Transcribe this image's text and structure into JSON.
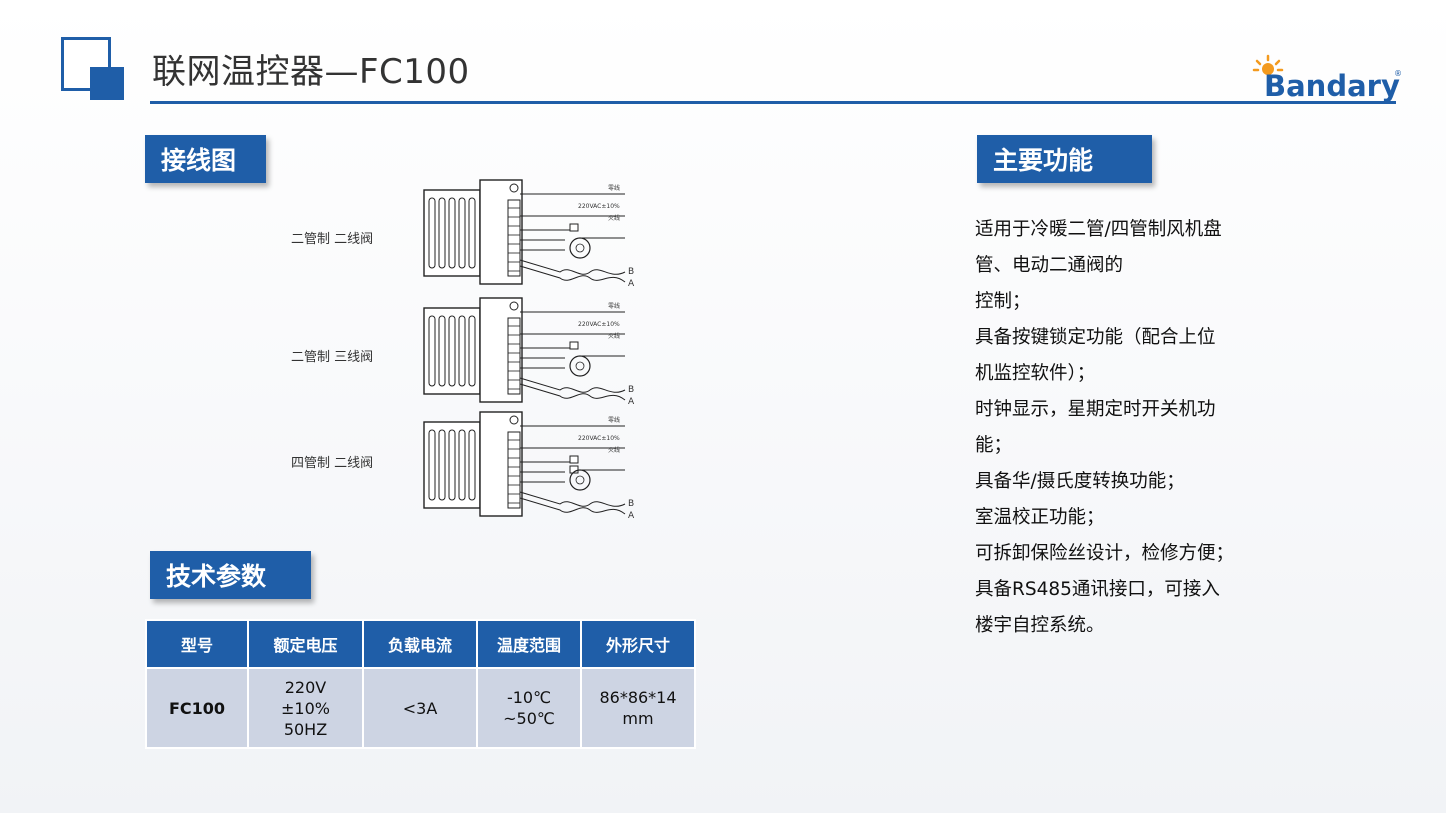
{
  "header": {
    "title": "联网温控器—FC100",
    "logo_text": "Bandary",
    "logo_mark": "®"
  },
  "wiring": {
    "heading": "接线图",
    "diagrams": [
      {
        "label": "二管制  二线阀"
      },
      {
        "label": "二管制  三线阀"
      },
      {
        "label": "四管制  二线阀"
      }
    ],
    "terminal_labels": {
      "neutral": "零线",
      "power": "220VAC±10%",
      "live": "火线",
      "bus_b": "B",
      "bus_a": "A"
    }
  },
  "functions": {
    "heading": "主要功能",
    "lines": [
      "适用于冷暖二管/四管制风机盘",
      "管、电动二通阀的",
      "控制；",
      "具备按键锁定功能（配合上位",
      "机监控软件）；",
      "时钟显示，星期定时开关机功",
      "能；",
      "具备华/摄氏度转换功能；",
      "室温校正功能；",
      "可拆卸保险丝设计，检修方便；",
      "具备RS485通讯接口，可接入",
      "楼宇自控系统。"
    ]
  },
  "specs": {
    "heading": "技术参数",
    "columns": [
      "型号",
      "额定电压",
      "负载电流",
      "温度范围",
      "外形尺寸"
    ],
    "row": {
      "model": "FC100",
      "voltage": [
        "220V",
        "±10%",
        "50HZ"
      ],
      "current": "<3A",
      "temp": [
        "-10℃",
        "~50℃"
      ],
      "size": [
        "86*86*14",
        "mm"
      ]
    }
  },
  "colors": {
    "accent": "#1f5ea8",
    "table_cell": "#cdd4e3",
    "logo_sun": "#f39a1e"
  }
}
